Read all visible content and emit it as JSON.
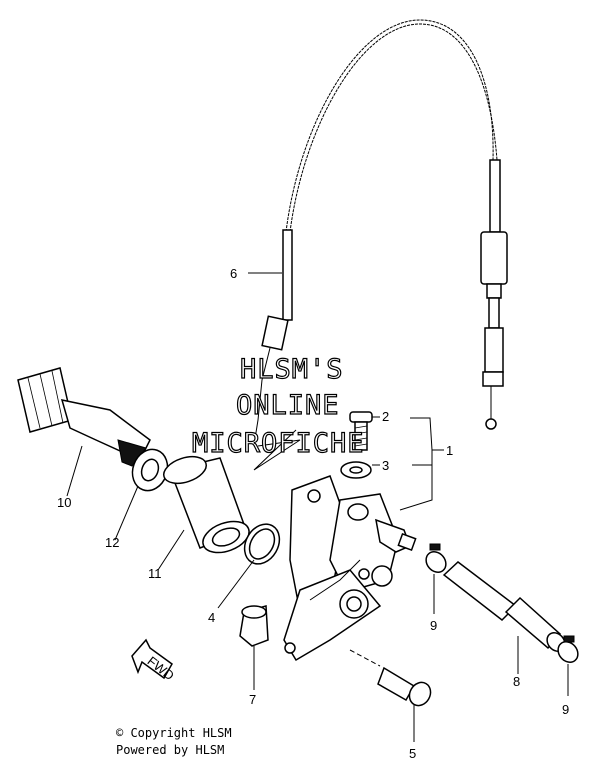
{
  "callouts": {
    "c1": "1",
    "c2": "2",
    "c3": "3",
    "c4": "4",
    "c5": "5",
    "c6": "6",
    "c7": "7",
    "c8": "8",
    "c9a": "9",
    "c9b": "9",
    "c10": "10",
    "c11": "11",
    "c12": "12"
  },
  "watermark": {
    "line1": "HLSM'S",
    "line2": "ONLINE",
    "line3": "MICROFICHE"
  },
  "fwd_label": "FWD",
  "footer": {
    "copyright": "© Copyright HLSM",
    "powered": "Powered by HLSM"
  }
}
